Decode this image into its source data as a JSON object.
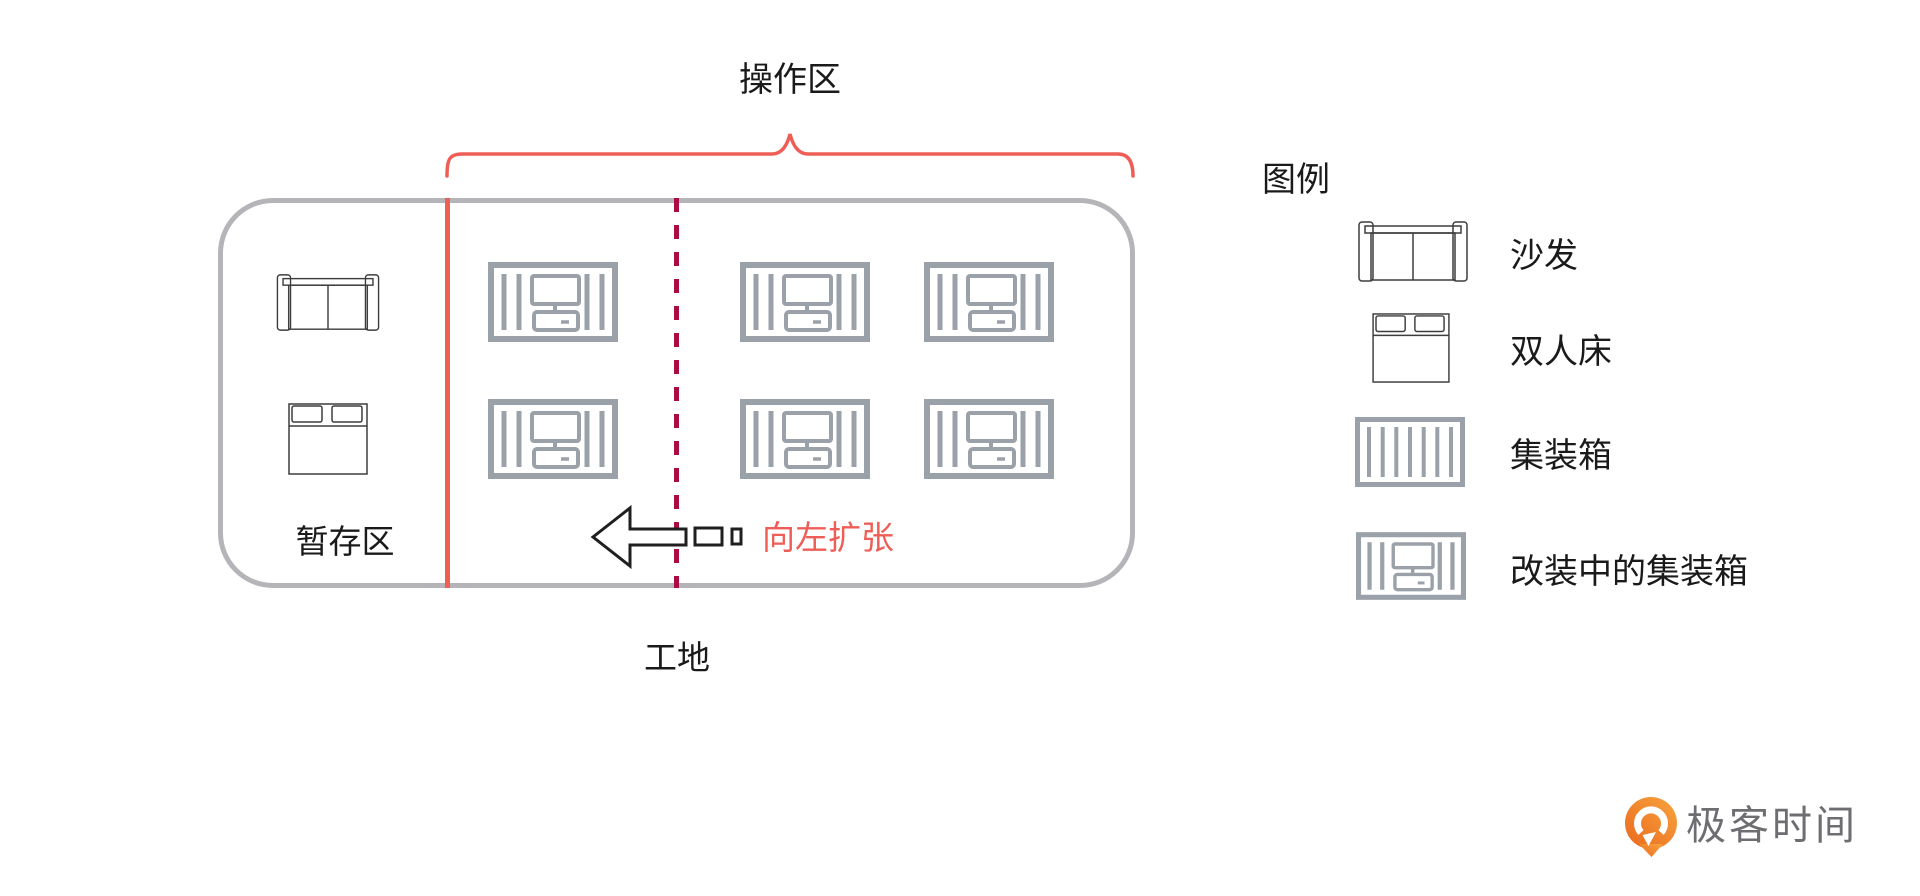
{
  "diagram": {
    "operation_area": {
      "label": "操作区"
    },
    "staging_area": {
      "label": "暂存区",
      "icons": [
        "sofa-icon",
        "double-bed-icon"
      ]
    },
    "site": {
      "label": "工地"
    },
    "expand_arrow": {
      "label": "向左扩张",
      "icon": "left-arrow-icon",
      "cargo_icons": [
        "small-box-icon",
        "small-box-icon"
      ]
    },
    "operation_grid": {
      "rows": 2,
      "cols": 3,
      "icon": "container-under-modification-icon",
      "count": 6
    }
  },
  "legend": {
    "title": "图例",
    "items": [
      {
        "icon": "sofa-icon",
        "label": "沙发"
      },
      {
        "icon": "double-bed-icon",
        "label": "双人床"
      },
      {
        "icon": "container-icon",
        "label": "集装箱"
      },
      {
        "icon": "container-under-modification-icon",
        "label": "改装中的集装箱"
      }
    ]
  },
  "branding": {
    "icon": "geektime-logo-icon",
    "text": "极客时间"
  },
  "colors": {
    "accent_red": "#ee5e57",
    "dashed_crimson": "#a90d43",
    "box_border_gray": "#b5b5b9",
    "container_icon_gray": "#9aa1a9",
    "furniture_stroke": "#3d3d3f",
    "text_black": "#1a1a1a",
    "logo_orange": "#ed7425",
    "logo_text_gray": "#6d6d72"
  }
}
